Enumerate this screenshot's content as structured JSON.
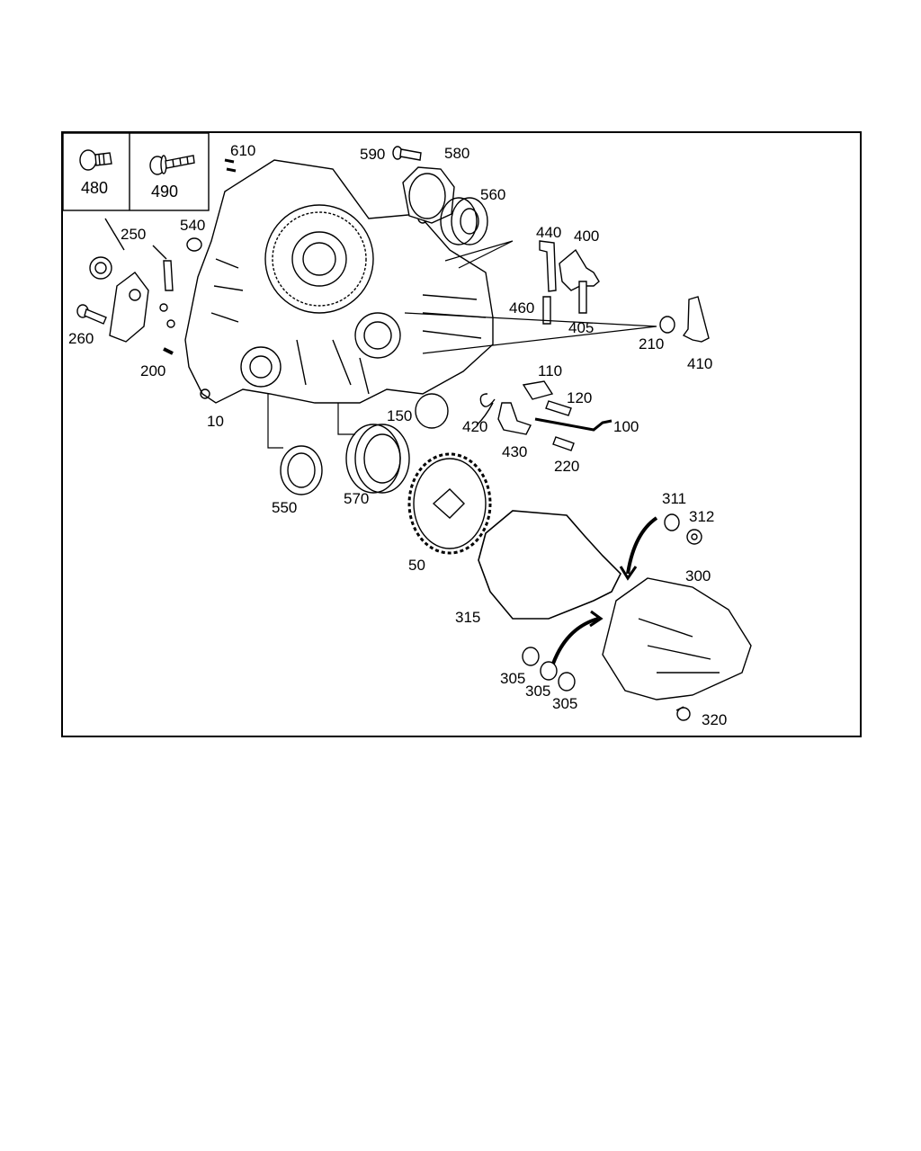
{
  "inset_parts": [
    {
      "id": "bolt-a",
      "label": "480"
    },
    {
      "id": "bolt-b",
      "label": "490"
    }
  ],
  "callouts": [
    {
      "id": "610",
      "label": "610"
    },
    {
      "id": "590",
      "label": "590"
    },
    {
      "id": "580",
      "label": "580"
    },
    {
      "id": "560",
      "label": "560"
    },
    {
      "id": "540",
      "label": "540"
    },
    {
      "id": "250",
      "label": "250"
    },
    {
      "id": "440",
      "label": "440"
    },
    {
      "id": "400",
      "label": "400"
    },
    {
      "id": "460",
      "label": "460"
    },
    {
      "id": "405",
      "label": "405"
    },
    {
      "id": "210",
      "label": "210"
    },
    {
      "id": "410",
      "label": "410"
    },
    {
      "id": "260",
      "label": "260"
    },
    {
      "id": "200",
      "label": "200"
    },
    {
      "id": "110",
      "label": "110"
    },
    {
      "id": "120",
      "label": "120"
    },
    {
      "id": "150",
      "label": "150"
    },
    {
      "id": "420",
      "label": "420"
    },
    {
      "id": "100",
      "label": "100"
    },
    {
      "id": "10",
      "label": "10"
    },
    {
      "id": "430",
      "label": "430"
    },
    {
      "id": "220",
      "label": "220"
    },
    {
      "id": "550",
      "label": "550"
    },
    {
      "id": "570",
      "label": "570"
    },
    {
      "id": "311",
      "label": "311"
    },
    {
      "id": "312",
      "label": "312"
    },
    {
      "id": "300",
      "label": "300"
    },
    {
      "id": "50",
      "label": "50"
    },
    {
      "id": "315",
      "label": "315"
    },
    {
      "id": "305a",
      "label": "305"
    },
    {
      "id": "305b",
      "label": "305"
    },
    {
      "id": "305c",
      "label": "305"
    },
    {
      "id": "320",
      "label": "320"
    }
  ]
}
